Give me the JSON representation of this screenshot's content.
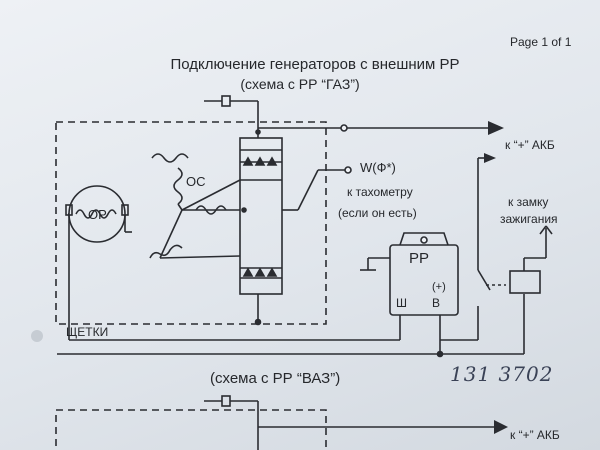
{
  "page": {
    "number_text": "Page 1 of 1"
  },
  "diagram": {
    "title": "Подключение генераторов с внешним РР",
    "scheme1_title": "(схема с РР “ГАЗ”)",
    "scheme2_title": "(схема с РР “ВАЗ”)",
    "labels": {
      "stator": "ОС",
      "rotor": "ОР",
      "regulator": "РР",
      "regulator_plus": "(+)",
      "terminal_sh": "Ш",
      "terminal_v": "В",
      "brushes": "ЩЕТКИ",
      "battery_top": "к “+” АКБ",
      "battery_bottom": "к “+” АКБ",
      "w_terminal": "W(Ф*)",
      "tachometer_line1": "к тахометру",
      "tachometer_line2": "(если он есть)",
      "ignition_line1": "к замку",
      "ignition_line2": "зажигания",
      "handwritten_note": "131 3702"
    }
  }
}
